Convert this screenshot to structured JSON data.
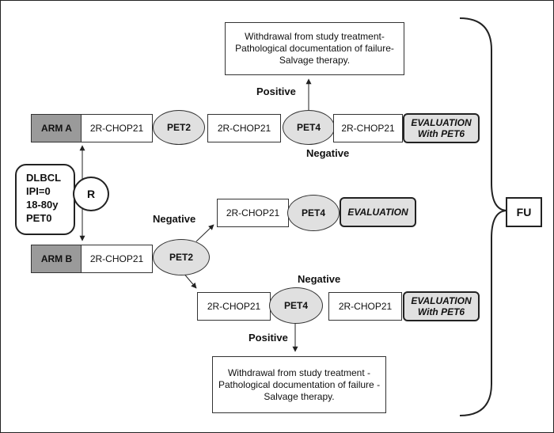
{
  "patient": {
    "lines": [
      "DLBCL",
      "IPI=0",
      "18-80y",
      "PET0"
    ]
  },
  "randomization": "R",
  "follow_up": "FU",
  "arm_a": {
    "label": "ARM A",
    "cycles": [
      "2R-CHOP21",
      "2R-CHOP21",
      "2R-CHOP21"
    ],
    "pets": [
      "PET2",
      "PET4"
    ],
    "positive_label": "Positive",
    "negative_label": "Negative",
    "evaluation": [
      "EVALUATION",
      "With PET6"
    ],
    "withdrawal": [
      "Withdrawal from study treatment-",
      "Pathological documentation of failure-",
      "Salvage therapy."
    ]
  },
  "arm_b": {
    "label": "ARM B",
    "cycle": "2R-CHOP21",
    "pet": "PET2",
    "negative_branch": {
      "label": "Negative",
      "cycle": "2R-CHOP21",
      "pet": "PET4",
      "evaluation": "EVALUATION"
    },
    "positive_branch": {
      "cycles": [
        "2R-CHOP21",
        "2R-CHOP21"
      ],
      "pet": "PET4",
      "negative_label": "Negative",
      "positive_label": "Positive",
      "evaluation": [
        "EVALUATION",
        "With PET6"
      ],
      "withdrawal": [
        "Withdrawal from study treatment -",
        "Pathological documentation of failure -",
        "Salvage therapy."
      ]
    }
  }
}
